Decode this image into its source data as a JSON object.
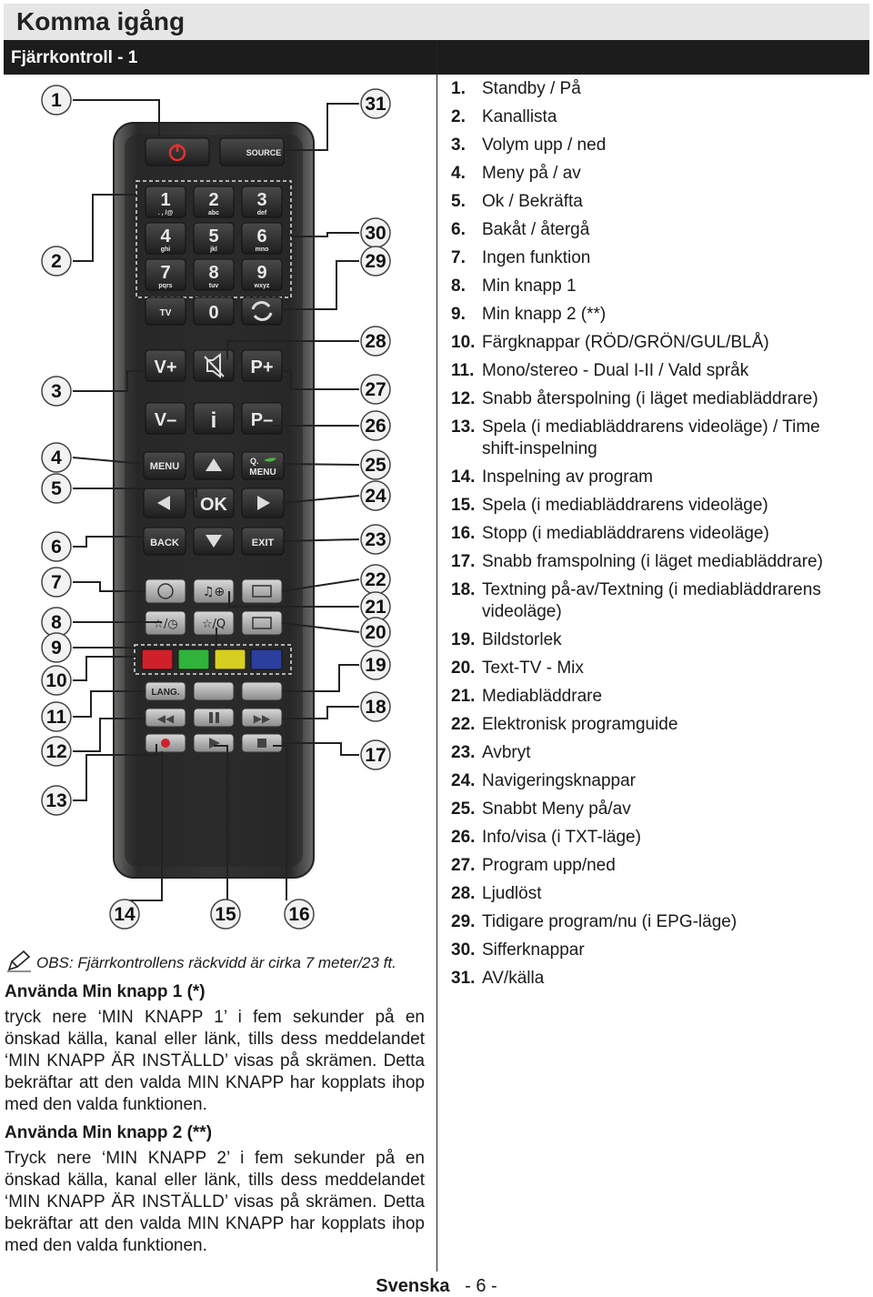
{
  "header": {
    "title": "Komma igång",
    "section": "Fjärrkontroll - 1"
  },
  "remote": {
    "callouts_left": [
      "1",
      "2",
      "3",
      "4",
      "5",
      "6",
      "7",
      "8",
      "9",
      "10",
      "11",
      "12",
      "13"
    ],
    "callouts_right": [
      "31",
      "30",
      "29",
      "28",
      "27",
      "26",
      "25",
      "24",
      "23",
      "22",
      "21",
      "20",
      "19",
      "18",
      "17"
    ],
    "callouts_bottom": [
      "14",
      "15",
      "16"
    ],
    "keys": {
      "source": "SOURCE",
      "digits": [
        "1",
        "2",
        "3",
        "4",
        "5",
        "6",
        "7",
        "8",
        "9",
        "0"
      ],
      "digit_letters": [
        ". , /@",
        "abc",
        "def",
        "ghi",
        "jkl",
        "mno",
        "pqrs",
        "tuv",
        "wxyz"
      ],
      "tv": "TV",
      "vplus": "V+",
      "vminus": "V–",
      "pplus": "P+",
      "pminus": "P–",
      "info": "i",
      "menu": "MENU",
      "qmenu_q": "Q.",
      "qmenu": "MENU",
      "ok": "OK",
      "back": "BACK",
      "exit": "EXIT",
      "lang": "LANG.",
      "color_keys": [
        "#d0202a",
        "#2fb33a",
        "#d6cf1f",
        "#2a3f9e"
      ]
    }
  },
  "legend": [
    {
      "n": "1.",
      "t": "Standby / På"
    },
    {
      "n": "2.",
      "t": "Kanallista"
    },
    {
      "n": "3.",
      "t": "Volym upp / ned"
    },
    {
      "n": "4.",
      "t": "Meny på / av"
    },
    {
      "n": "5.",
      "t": "Ok / Bekräfta"
    },
    {
      "n": "6.",
      "t": "Bakåt / återgå"
    },
    {
      "n": "7.",
      "t": "Ingen funktion"
    },
    {
      "n": "8.",
      "t": "Min knapp 1"
    },
    {
      "n": "9.",
      "t": "Min knapp 2 (**)"
    },
    {
      "n": "10.",
      "t": "Färgknappar (RÖD/GRÖN/GUL/BLÅ)"
    },
    {
      "n": "11.",
      "t": "Mono/stereo - Dual I-II / Vald språk"
    },
    {
      "n": "12.",
      "t": "Snabb återspolning (i läget mediabläddrare)"
    },
    {
      "n": "13.",
      "t": "Spela (i mediabläddrarens videoläge) / Time shift-inspelning"
    },
    {
      "n": "14.",
      "t": "Inspelning av program"
    },
    {
      "n": "15.",
      "t": "Spela (i mediabläddrarens videoläge)"
    },
    {
      "n": "16.",
      "t": "Stopp (i mediabläddrarens videoläge)"
    },
    {
      "n": "17.",
      "t": "Snabb framspolning (i läget mediabläddrare)"
    },
    {
      "n": "18.",
      "t": "Textning på-av/Textning (i mediabläddrarens videoläge)"
    },
    {
      "n": "19.",
      "t": "Bildstorlek"
    },
    {
      "n": "20.",
      "t": "Text-TV - Mix"
    },
    {
      "n": "21.",
      "t": "Mediabläddrare"
    },
    {
      "n": "22.",
      "t": "Elektronisk programguide"
    },
    {
      "n": "23.",
      "t": "Avbryt"
    },
    {
      "n": "24.",
      "t": "Navigeringsknappar"
    },
    {
      "n": "25.",
      "t": "Snabbt Meny på/av"
    },
    {
      "n": "26.",
      "t": "Info/visa (i TXT-läge)"
    },
    {
      "n": "27.",
      "t": "Program upp/ned"
    },
    {
      "n": "28.",
      "t": "Ljudlöst"
    },
    {
      "n": "29.",
      "t": "Tidigare program/nu (i EPG-läge)"
    },
    {
      "n": "30.",
      "t": "Sifferknappar"
    },
    {
      "n": "31.",
      "t": "AV/källa"
    }
  ],
  "note": "OBS: Fjärrkontrollens räckvidd är cirka 7 meter/23 ft.",
  "section1": {
    "heading": "Använda Min knapp 1 (*)",
    "text": "tryck nere ‘MIN KNAPP 1’ i fem sekunder på en önskad källa, kanal eller länk, tills dess meddelandet ‘MIN KNAPP ÄR INSTÄLLD’ visas på skrämen. Detta bekräftar att den valda MIN KNAPP har kopplats ihop med den valda funktionen."
  },
  "section2": {
    "heading": "Använda Min knapp 2 (**)",
    "text": "Tryck nere ‘MIN KNAPP 2’ i fem sekunder på en önskad källa, kanal eller länk, tills dess meddelandet ‘MIN KNAPP ÄR INSTÄLLD’ visas på skrämen. Detta bekräftar att den valda MIN KNAPP har kopplats ihop med den valda funktionen."
  },
  "footer": {
    "language": "Svenska",
    "page": "- 6 -"
  }
}
